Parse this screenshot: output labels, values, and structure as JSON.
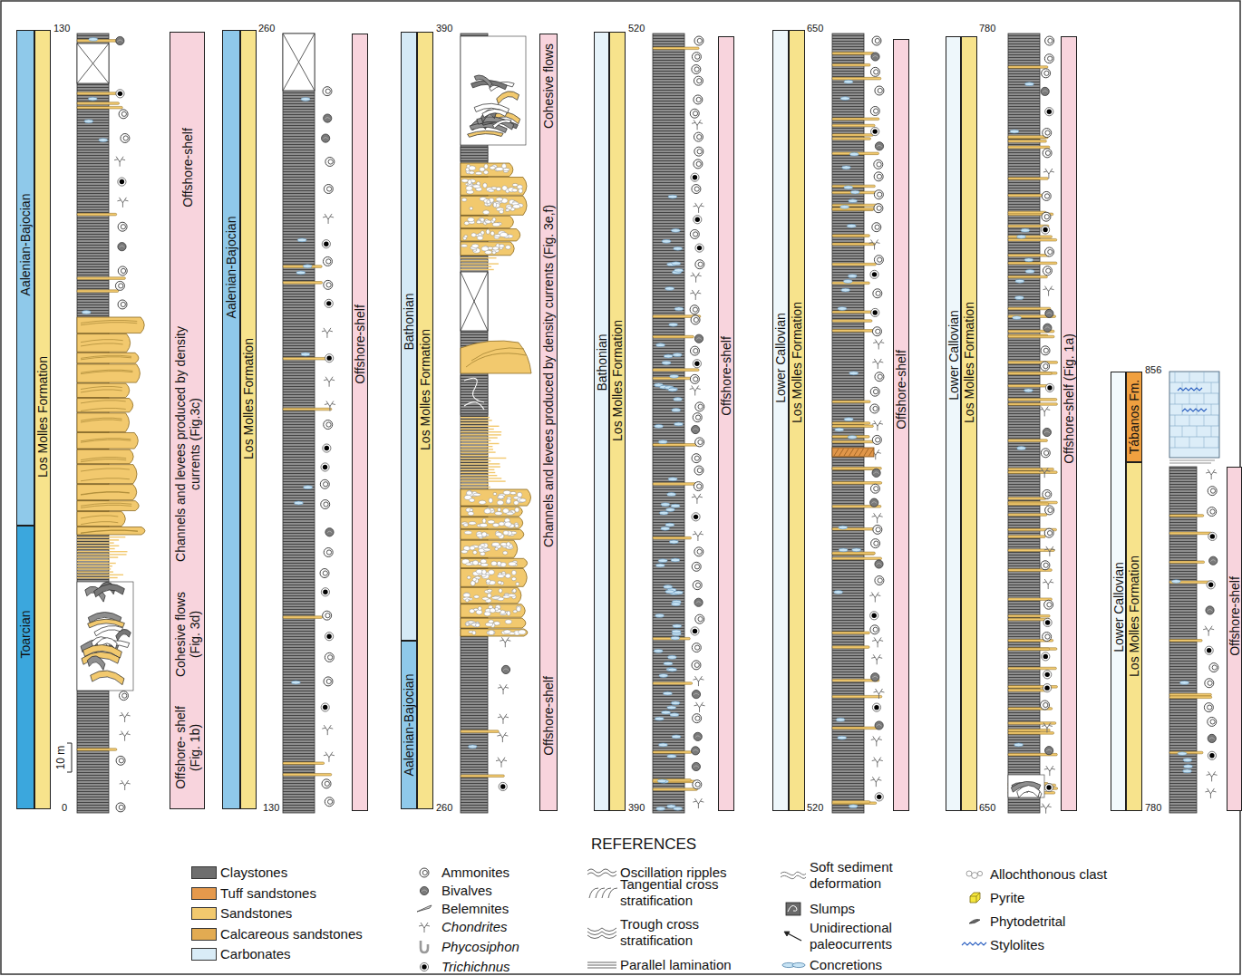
{
  "diagram": {
    "nodes": [
      {
        "text": [
          "Aalenian-Bajocian"
        ]
      },
      {
        "text": [
          "Toarcian"
        ]
      },
      {
        "text": [
          "Los Molles Formation"
        ]
      },
      {
        "text": [
          "Offshore-shelf",
          "Channels and levees produced by density currents (Fig.3c)",
          "Cohesive flows (Fig. 3d)",
          "Offshore- shelf (Fig. 1b)"
        ]
      },
      {
        "text": [
          "Aalenian-Bajocian"
        ]
      },
      {
        "text": [
          "Los Molles Formation"
        ]
      },
      {
        "text": [
          "Offshore-shelf"
        ]
      },
      {
        "text": [
          "Bathonian"
        ]
      },
      {
        "text": [
          "Aalenian-Bajocian"
        ]
      },
      {
        "text": [
          "Los Molles Formation"
        ]
      },
      {
        "text": [
          "Cohesive flows",
          "Channels and levees produced by density currents (Fig. 3e,f)",
          "Offshore-shelf"
        ]
      },
      {
        "text": [
          "Bathonian"
        ]
      },
      {
        "text": [
          "Los Molles Formation"
        ]
      },
      {
        "text": [
          "Offshore-shelf"
        ]
      },
      {
        "text": [
          "Lower Callovian"
        ]
      },
      {
        "text": [
          "Los Molles Formation"
        ]
      },
      {
        "text": [
          "Offshore-shelf"
        ]
      },
      {
        "text": [
          "Lower Callovian"
        ]
      },
      {
        "text": [
          "Los Molles Formation"
        ]
      },
      {
        "text": [
          "Offshore-shelf (Fig. 1a)"
        ]
      },
      {
        "text": [
          "Lower Callovian"
        ]
      },
      {
        "text": [
          "Tábanos Fm."
        ]
      },
      {
        "text": [
          "Los Molles Formation"
        ]
      },
      {
        "text": [
          "Offshore-shelf"
        ]
      }
    ],
    "labels": [
      "130",
      "0",
      "260",
      "130",
      "390",
      "260",
      "520",
      "390",
      "650",
      "520",
      "780",
      "650",
      "856",
      "780",
      "10 m",
      "REFERENCES"
    ],
    "legend": [
      {
        "text": "Claystones",
        "color": "#6e6e6e"
      },
      {
        "text": "Tuff sandstones",
        "color": "#e5994c"
      },
      {
        "text": "Sandstones",
        "color": "#f2c96e"
      },
      {
        "text": "Calcareous sandstones",
        "color": "#e2ab52"
      },
      {
        "text": "Carbonates",
        "color": "#d9ecf7"
      },
      {
        "text": "Ammonites"
      },
      {
        "text": "Bivalves"
      },
      {
        "text": "Belemnites"
      },
      {
        "text": "Chondrites"
      },
      {
        "text": "Phycosiphon"
      },
      {
        "text": "Trichichnus"
      },
      {
        "text": "Oscillation ripples"
      },
      {
        "text": "Tangential cross stratification"
      },
      {
        "text": "Trough cross stratification"
      },
      {
        "text": "Parallel lamination"
      },
      {
        "text": "Soft sediment deformation"
      },
      {
        "text": "Slumps"
      },
      {
        "text": "Unidirectional paleocurrents"
      },
      {
        "text": "Concretions"
      },
      {
        "text": "Allochthonous clast"
      },
      {
        "text": "Pyrite"
      },
      {
        "text": "Phytodetrital"
      },
      {
        "text": "Stylolites"
      }
    ]
  }
}
